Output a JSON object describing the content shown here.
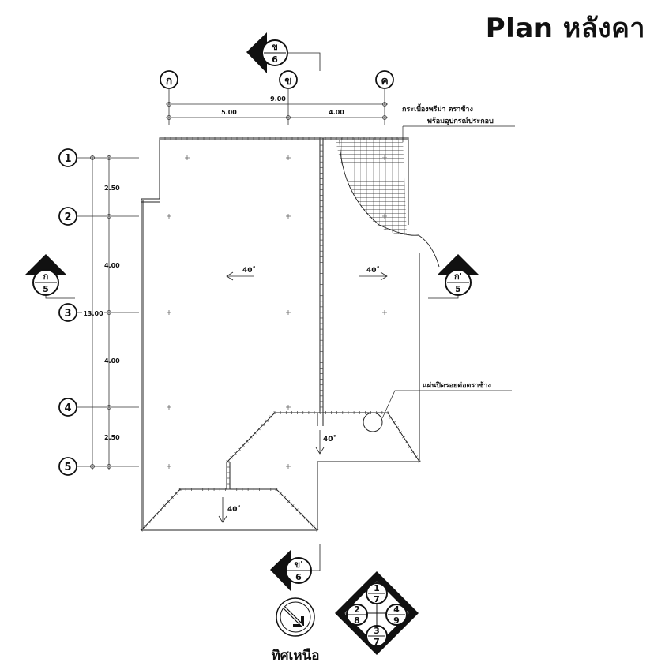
{
  "title": "Plan หลังคา",
  "grid_columns": [
    "ก",
    "ข",
    "ค"
  ],
  "grid_rows": [
    "1",
    "2",
    "3",
    "4",
    "5"
  ],
  "dim_total_h": "9.00",
  "dim_h": [
    "5.00",
    "4.00"
  ],
  "dim_total_v": "13.00",
  "dim_v": [
    "2.50",
    "4.00",
    "4.00",
    "2.50"
  ],
  "note_tile_1": "กระเบื้องพรีม่า ตราช้าง",
  "note_tile_2": "พร้อมอุปกรณ์ประกอบ",
  "note_ridge": "แผ่นปิดรอยต่อตราช้าง",
  "slope_left": "40˚",
  "slope_right": "40˚",
  "slope_mid": "40˚",
  "slope_low": "40˚",
  "sec_top": {
    "letter": "ข",
    "num": "6"
  },
  "sec_bottom": {
    "letter": "ข'",
    "num": "6"
  },
  "sec_left": {
    "letter": "ก",
    "num": "5"
  },
  "sec_right": {
    "letter": "ก'",
    "num": "5"
  },
  "north_label": "ทิศเหนือ",
  "key_top": [
    "1",
    "7"
  ],
  "key_left": [
    "2",
    "8"
  ],
  "key_right": [
    "4",
    "9"
  ],
  "key_bottom": [
    "3",
    "7"
  ]
}
